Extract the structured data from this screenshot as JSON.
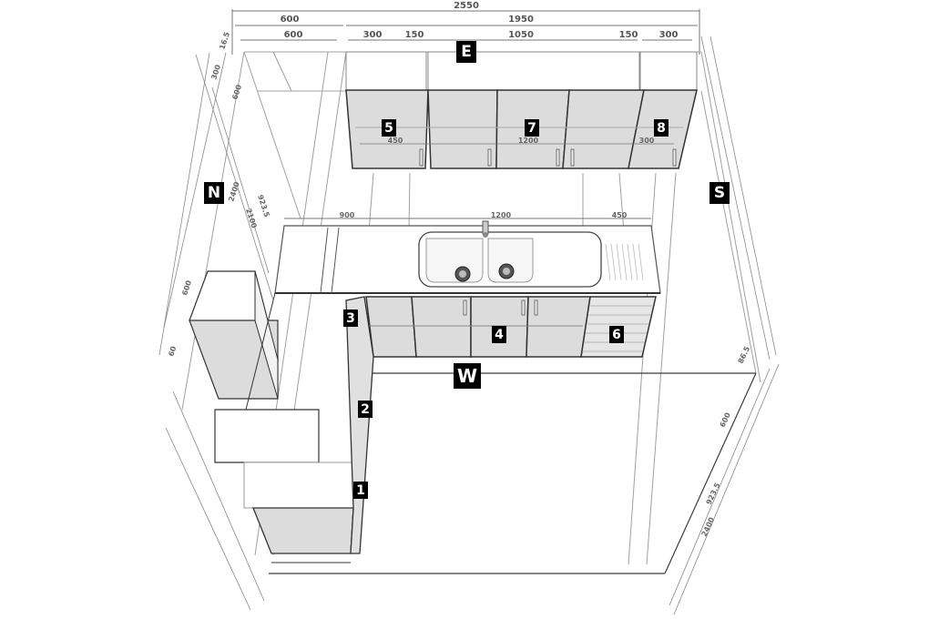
{
  "diagram": {
    "type": "isometric kitchen layout plan",
    "colors": {
      "line": "#3a3a3a",
      "thin_line": "#9a9a9a",
      "cabinet_fill": "#dcdcdc",
      "marker_bg": "#000000",
      "marker_text": "#ffffff"
    },
    "compass": {
      "north": "N",
      "east": "E",
      "south": "S",
      "west": "W"
    },
    "cabinet_markers": [
      "1",
      "2",
      "3",
      "4",
      "5",
      "6",
      "7",
      "8"
    ],
    "top_dimensions": {
      "overall": "2550",
      "row2": [
        "600",
        "1950"
      ],
      "row3": [
        "600",
        "300",
        "150",
        "1050",
        "150",
        "300"
      ]
    },
    "upper_cabinet_dimensions": [
      "450",
      "1200",
      "300"
    ],
    "countertop_dimensions": [
      "900",
      "1200",
      "450"
    ],
    "left_dimensions": [
      "16.5",
      "300",
      "600",
      "923.5",
      "2400",
      "2100",
      "600",
      "60"
    ],
    "right_dimensions": [
      "86.5",
      "600",
      "923.5",
      "2400"
    ]
  }
}
